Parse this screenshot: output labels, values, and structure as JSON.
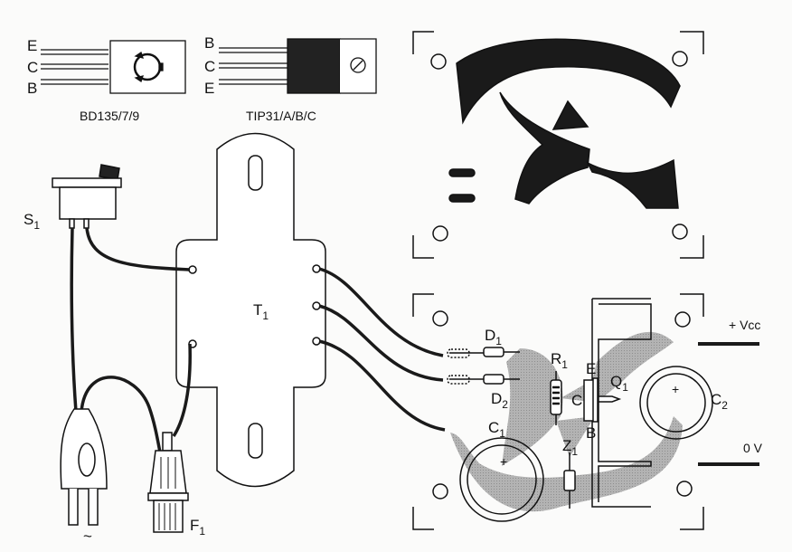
{
  "bd135": {
    "pins": [
      "E",
      "C",
      "B"
    ],
    "caption": "BD135/7/9"
  },
  "tip31": {
    "pins": [
      "B",
      "C",
      "E"
    ],
    "caption": "TIP31/A/B/C"
  },
  "switch": {
    "main": "S",
    "sub": "1"
  },
  "transformer": {
    "main": "T",
    "sub": "1"
  },
  "fuse": {
    "main": "F",
    "sub": "1"
  },
  "plug": {
    "label": "~"
  },
  "d1": {
    "main": "D",
    "sub": "1"
  },
  "d2": {
    "main": "D",
    "sub": "2"
  },
  "r1": {
    "main": "R",
    "sub": "1"
  },
  "c1": {
    "main": "C",
    "sub": "1"
  },
  "c2": {
    "main": "C",
    "sub": "2"
  },
  "z1": {
    "main": "Z",
    "sub": "1"
  },
  "q1": {
    "main": "Q",
    "sub": "1",
    "pins": [
      "E",
      "C",
      "B"
    ]
  },
  "outputs": {
    "vcc": "+ Vcc",
    "gnd": "0 V"
  },
  "colors": {
    "ink": "#111111",
    "copper_top": "#1a1a1a",
    "copper_bottom": "#a9a9a9",
    "tip_body": "#222222"
  }
}
